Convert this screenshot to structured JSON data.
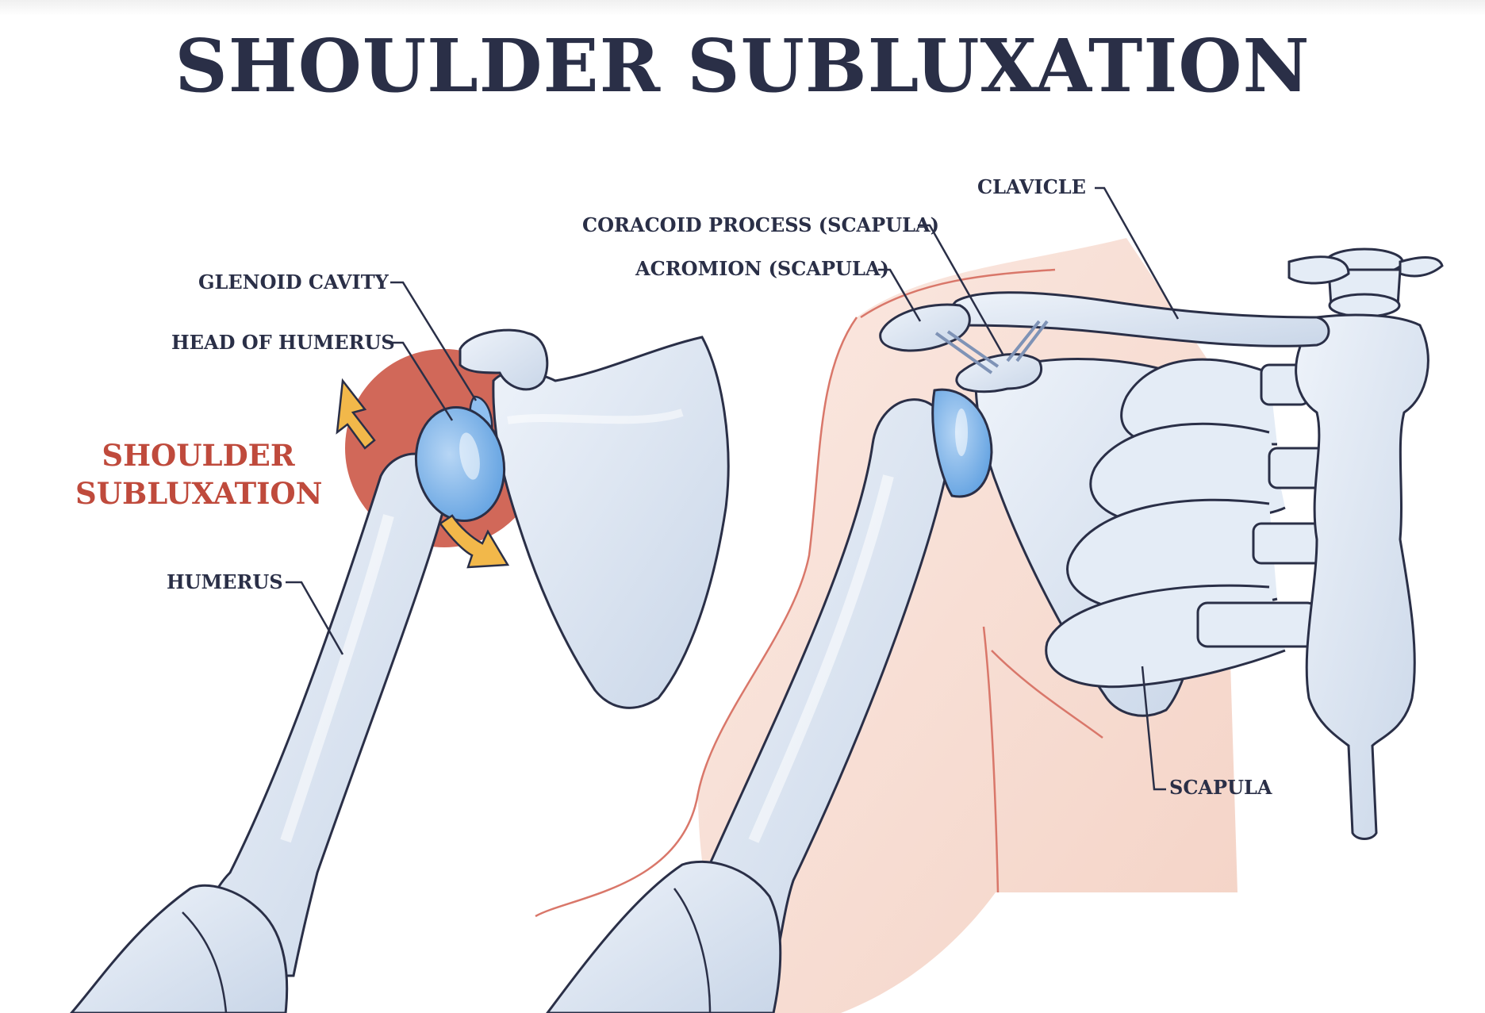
{
  "title": "SHOULDER SUBLUXATION",
  "labels": {
    "glenoid_cavity": "GLENOID CAVITY",
    "head_of_humerus": "HEAD OF HUMERUS",
    "humerus": "HUMERUS",
    "subluxation_line1": "SHOULDER",
    "subluxation_line2": "SUBLUXATION",
    "clavicle": "CLAVICLE",
    "coracoid_process": "CORACOID PROCESS (SCAPULA)",
    "acromion": "ACROMION (SCAPULA)",
    "scapula": "SCAPULA"
  },
  "colors": {
    "title": "#2a2f47",
    "label": "#2a2f47",
    "subluxation_text": "#bf4a3c",
    "subluxation_circle": "#d16859",
    "bone_fill": "#dde6f2",
    "bone_outline": "#2a2f47",
    "cartilage_blue": "#7fb2e8",
    "arrow": "#f2b84a",
    "skin": "#f7ddd3",
    "skin_outline": "#d9776a"
  }
}
